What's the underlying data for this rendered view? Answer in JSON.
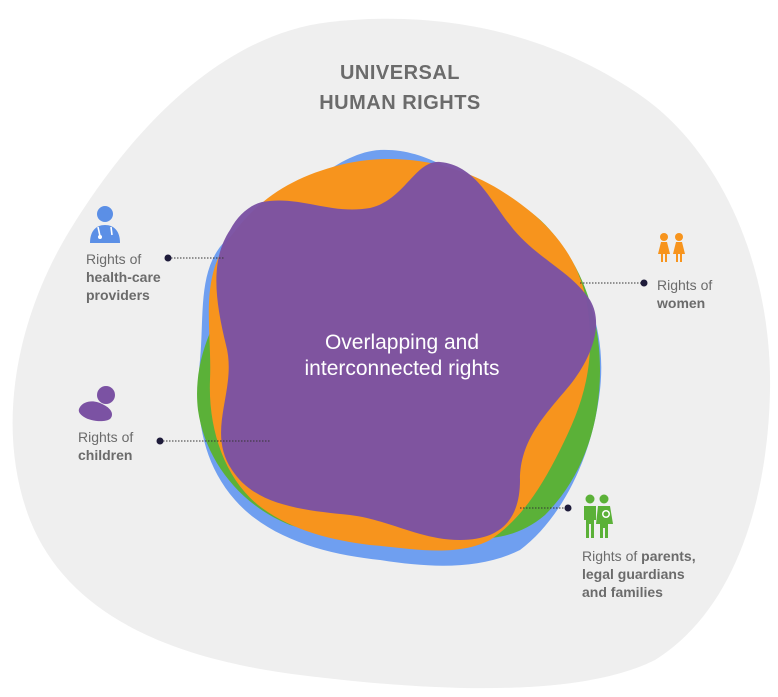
{
  "title": {
    "line1": "UNIVERSAL",
    "line2": "HUMAN RIGHTS"
  },
  "center": {
    "line1": "Overlapping and",
    "line2": "interconnected rights"
  },
  "labels": {
    "health_care": {
      "prefix": "Rights of",
      "line1": "health-care",
      "line2": "providers"
    },
    "women": {
      "prefix": "Rights of",
      "bold": "women"
    },
    "children": {
      "prefix": "Rights of",
      "bold": "children"
    },
    "parents": {
      "prefix": "Rights of ",
      "bold1": "parents,",
      "bold2": "legal guardians",
      "bold3": "and families"
    }
  },
  "colors": {
    "background_blob": "#efefef",
    "purple": "#7b52a3",
    "orange": "#f7941d",
    "green": "#5bb138",
    "blue": "#6f9ff0",
    "text_gray": "#6b6b6b"
  },
  "icons": {
    "health_care": "doctor-icon",
    "women": "women-icon",
    "children": "baby-icon",
    "parents": "family-icon"
  }
}
